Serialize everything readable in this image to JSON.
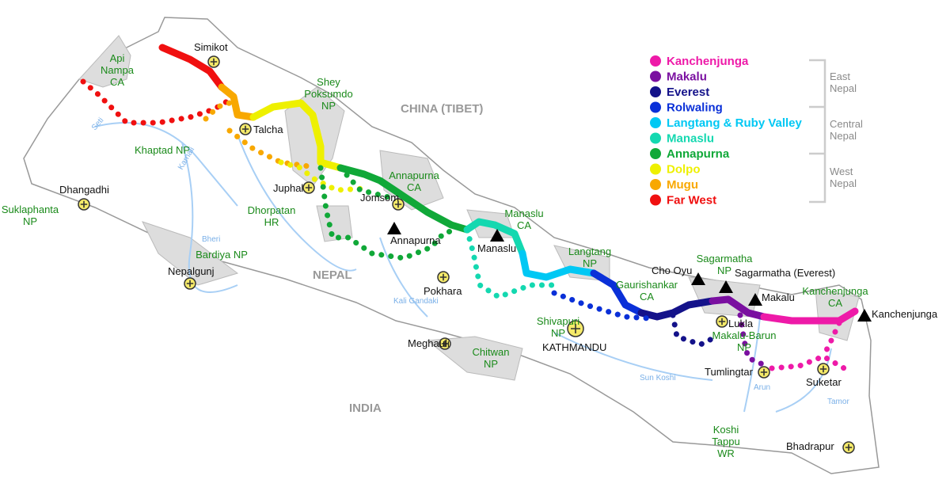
{
  "countries": {
    "china": "CHINA (TIBET)",
    "nepal": "NEPAL",
    "india": "INDIA"
  },
  "legend": {
    "items": [
      {
        "label": "Kanchenjunga",
        "color": "#ee1aa8"
      },
      {
        "label": "Makalu",
        "color": "#7a0fa0"
      },
      {
        "label": "Everest",
        "color": "#14128a"
      },
      {
        "label": "Rolwaling",
        "color": "#0a30d8"
      },
      {
        "label": "Langtang & Ruby Valley",
        "color": "#00c8f4"
      },
      {
        "label": "Manaslu",
        "color": "#14d8b0"
      },
      {
        "label": "Annapurna",
        "color": "#10a838"
      },
      {
        "label": "Dolpo",
        "color": "#eef000"
      },
      {
        "label": "Mugu",
        "color": "#f8a800"
      },
      {
        "label": "Far West",
        "color": "#f01010"
      }
    ],
    "regions": [
      [
        "East",
        "Nepal"
      ],
      [
        "Central",
        "Nepal"
      ],
      [
        "West",
        "Nepal"
      ]
    ]
  },
  "airports": [
    "Simikot",
    "Talcha",
    "Juphal",
    "Jomsom",
    "Pokhara",
    "Dhangadhi",
    "Nepalgunj",
    "Meghauli",
    "KATHMANDU",
    "Lukla",
    "Tumlingtar",
    "Suketar",
    "Bhadrapur"
  ],
  "peaks": [
    "Annapurna",
    "Manaslu",
    "Cho Oyu",
    "Sagarmatha (Everest)",
    "Makalu",
    "Kanchenjunga"
  ],
  "parks": [
    [
      "Api",
      "Nampa",
      "CA"
    ],
    [
      "Khaptad NP"
    ],
    [
      "Shey",
      "Poksumdo",
      "NP"
    ],
    [
      "Annapurna",
      "CA"
    ],
    [
      "Dhorpatan",
      "HR"
    ],
    [
      "Manaslu",
      "CA"
    ],
    [
      "Langtang",
      "NP"
    ],
    [
      "Sagarmatha",
      "NP"
    ],
    [
      "Gaurishankar",
      "CA"
    ],
    [
      "Makalu-Barun",
      "NP"
    ],
    [
      "Kanchenjunga",
      "CA"
    ],
    [
      "Suklaphanta",
      "NP"
    ],
    [
      "Bardiya NP"
    ],
    [
      "Shivapuri",
      "NP"
    ],
    [
      "Chitwan",
      "NP"
    ],
    [
      "Koshi",
      "Tappu",
      "WR"
    ]
  ],
  "rivers": [
    "Seti",
    "Karnali",
    "Bheri",
    "Kali Gandaki",
    "Sun Koshi",
    "Arun",
    "Tamor"
  ]
}
